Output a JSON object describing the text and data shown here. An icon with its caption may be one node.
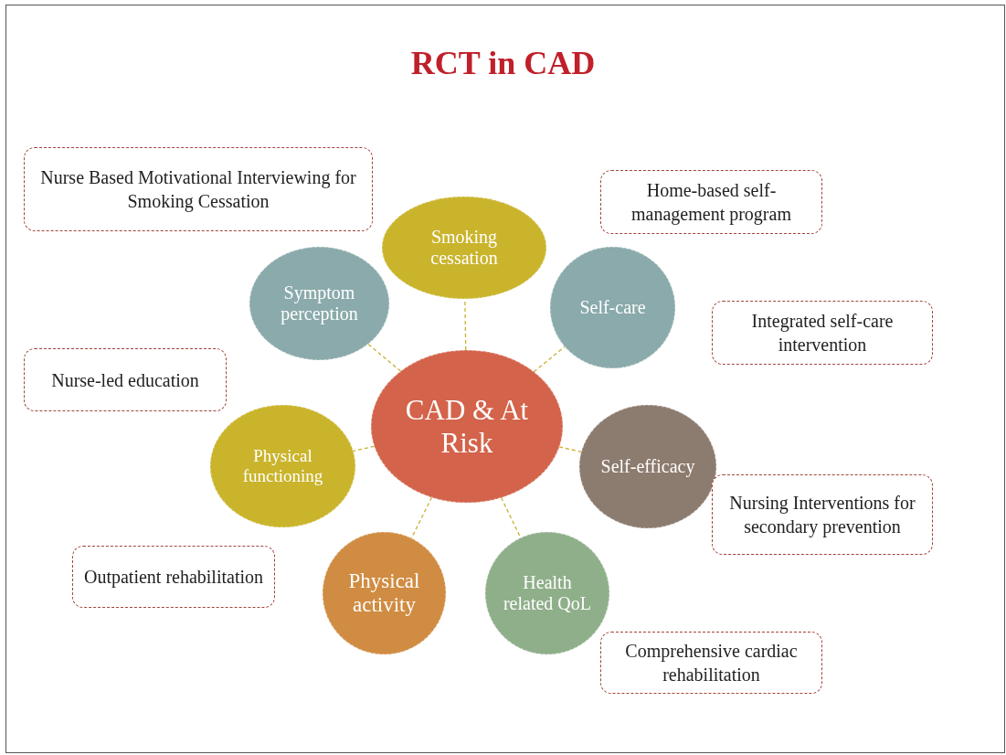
{
  "diagram": {
    "title": "RCT in CAD",
    "nodes": [
      {
        "text": [
          "CAD & At Risk"
        ]
      },
      {
        "text": [
          "Smoking cessation"
        ]
      },
      {
        "text": [
          "Self-care"
        ]
      },
      {
        "text": [
          "Self-efficacy"
        ]
      },
      {
        "text": [
          "Health related QoL"
        ]
      },
      {
        "text": [
          "Physical activity"
        ]
      },
      {
        "text": [
          "Physical functioning"
        ]
      },
      {
        "text": [
          "Symptom perception"
        ]
      },
      {
        "text": [
          "Nurse Based Motivational Interviewing for Smoking Cessation"
        ]
      },
      {
        "text": [
          "Home-based self-management program"
        ]
      },
      {
        "text": [
          "Integrated self-care intervention"
        ]
      },
      {
        "text": [
          "Nurse-led education"
        ]
      },
      {
        "text": [
          "Nursing Interventions for secondary prevention"
        ]
      },
      {
        "text": [
          "Outpatient rehabilitation"
        ]
      },
      {
        "text": [
          "Comprehensive cardiac rehabilitation"
        ]
      }
    ],
    "edges": [
      {
        "from": 0,
        "to": 1,
        "arrow": "none",
        "style": "dashed"
      },
      {
        "from": 0,
        "to": 2,
        "arrow": "none",
        "style": "dashed"
      },
      {
        "from": 0,
        "to": 3,
        "arrow": "none",
        "style": "dashed"
      },
      {
        "from": 0,
        "to": 4,
        "arrow": "none",
        "style": "dashed"
      },
      {
        "from": 0,
        "to": 5,
        "arrow": "none",
        "style": "dashed"
      },
      {
        "from": 0,
        "to": 6,
        "arrow": "none",
        "style": "dashed"
      },
      {
        "from": 0,
        "to": 7,
        "arrow": "none",
        "style": "dashed"
      }
    ]
  }
}
